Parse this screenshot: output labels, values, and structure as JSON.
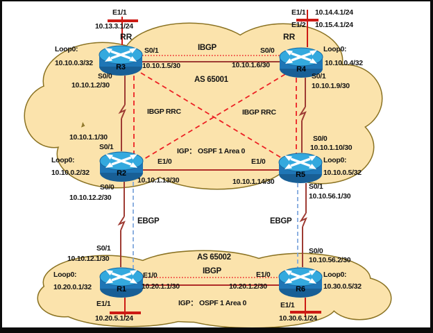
{
  "as65001": {
    "name": "AS 65001",
    "ibgp": "IBGP",
    "rrc_left": "IBGP RRC",
    "rrc_right": "IBGP RRC",
    "igp": "IGP： OSPF 1 Area 0"
  },
  "as65002": {
    "name": "AS 65002",
    "ibgp": "IBGP",
    "igp": "IGP： OSPF 1 Area 0"
  },
  "ebgp": {
    "left": "EBGP",
    "right": "EBGP"
  },
  "routers": {
    "r1": {
      "name": "R1",
      "loop": "Loop0:",
      "loop_ip": "10.20.0.1/32"
    },
    "r2": {
      "name": "R2",
      "loop": "Loop0:",
      "loop_ip": "10.10.0.2/32"
    },
    "r3": {
      "name": "R3",
      "rr": "RR",
      "loop": "Loop0:",
      "loop_ip": "10.10.0.3/32"
    },
    "r4": {
      "name": "R4",
      "rr": "RR",
      "loop": "Loop0:",
      "loop_ip": "10.10.0.4/32"
    },
    "r5": {
      "name": "R5",
      "loop": "Loop0:",
      "loop_ip": "10.10.0.5/32"
    },
    "r6": {
      "name": "R6",
      "loop": "Loop0:",
      "loop_ip": "10.30.0.5/32"
    }
  },
  "interfaces": {
    "r3_e11": {
      "if": "E1/1",
      "ip": "10.13.3.1/24"
    },
    "r3_s01": {
      "if": "S0/1",
      "ip": "10.10.1.5/30"
    },
    "r3_s00": {
      "if": "S0/0",
      "ip": "10.10.1.2/30"
    },
    "r4_e11": {
      "if": "E1/1",
      "ip": "10.14.4.1/24"
    },
    "r4_e12": {
      "if": "E1/2",
      "ip": "10.15.4.1/24"
    },
    "r4_s00": {
      "if": "S0/0",
      "ip": "10.10.1.6/30"
    },
    "r4_s01": {
      "if": "S0/1",
      "ip": "10.10.1.9/30"
    },
    "r2_s01": {
      "if": "S0/1",
      "ip": "10.10.1.1/30"
    },
    "r2_e10": {
      "if": "E1/0",
      "ip": "10.10.1.13/30"
    },
    "r2_s00": {
      "if": "S0/0",
      "ip": "10.10.12.2/30"
    },
    "r5_s00": {
      "if": "S0/0",
      "ip": "10.10.1.10/30"
    },
    "r5_e10": {
      "if": "E1/0",
      "ip": "10.10.1.14/30"
    },
    "r5_s01": {
      "if": "S0/1",
      "ip": "10.10.56.1/30"
    },
    "r1_s01": {
      "if": "S0/1",
      "ip": "10.10.12.1/30"
    },
    "r1_e10": {
      "if": "E1/0",
      "ip": "10.20.1.1/30"
    },
    "r1_e11": {
      "if": "E1/1",
      "ip": "10.20.5.1/24"
    },
    "r6_s00": {
      "if": "S0/0",
      "ip": "10.10.56.2/30"
    },
    "r6_e10": {
      "if": "E1/0",
      "ip": "10.20.1.2/30"
    },
    "r6_e11": {
      "if": "E1/1",
      "ip": "10.30.6.1/24"
    }
  },
  "colors": {
    "cloud_fill": "#FBE3AC",
    "cloud_border": "#8A7222",
    "serial_link": "#9E3B33",
    "ethernet_link": "#B02C28",
    "stub_link": "#CC1A14",
    "bgp_session_red": "#EC2024",
    "ebgp_session_blue": "#7FA8DC",
    "router_top": "#34A9DE",
    "router_body": "#1F76B6"
  }
}
